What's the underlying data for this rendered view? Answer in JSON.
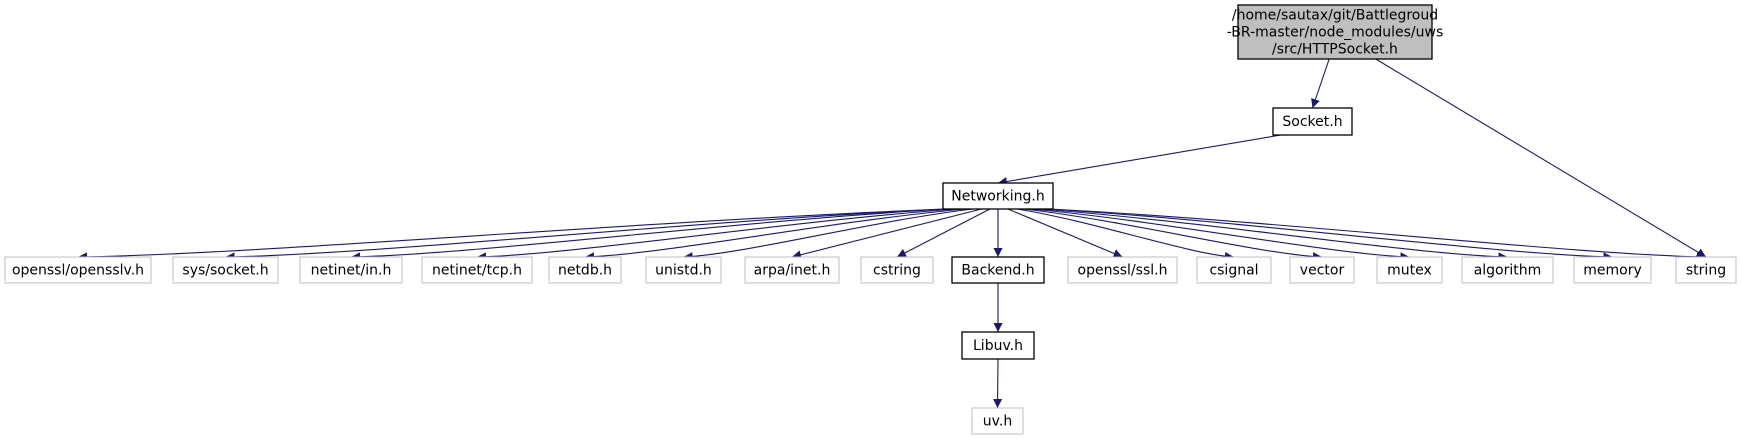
{
  "colors": {
    "edge": "#191970",
    "root_fill": "#bfbfbf",
    "internal_border": "#000000",
    "external_border": "#bfbfbf",
    "text": "#000000"
  },
  "nodes": [
    {
      "id": "root",
      "kind": "root",
      "lines": [
        "/home/sautax/git/Battlegroud",
        "-BR-master/node_modules/uws",
        "/src/HTTPSocket.h"
      ]
    },
    {
      "id": "socket",
      "kind": "internal",
      "lines": [
        "Socket.h"
      ]
    },
    {
      "id": "networking",
      "kind": "internal",
      "lines": [
        "Networking.h"
      ]
    },
    {
      "id": "opensslv",
      "kind": "external",
      "lines": [
        "openssl/opensslv.h"
      ]
    },
    {
      "id": "syssocket",
      "kind": "external",
      "lines": [
        "sys/socket.h"
      ]
    },
    {
      "id": "netinetin",
      "kind": "external",
      "lines": [
        "netinet/in.h"
      ]
    },
    {
      "id": "netinettcp",
      "kind": "external",
      "lines": [
        "netinet/tcp.h"
      ]
    },
    {
      "id": "netdb",
      "kind": "external",
      "lines": [
        "netdb.h"
      ]
    },
    {
      "id": "unistd",
      "kind": "external",
      "lines": [
        "unistd.h"
      ]
    },
    {
      "id": "arpainet",
      "kind": "external",
      "lines": [
        "arpa/inet.h"
      ]
    },
    {
      "id": "cstring",
      "kind": "external",
      "lines": [
        "cstring"
      ]
    },
    {
      "id": "backend",
      "kind": "internal",
      "lines": [
        "Backend.h"
      ]
    },
    {
      "id": "opensslssl",
      "kind": "external",
      "lines": [
        "openssl/ssl.h"
      ]
    },
    {
      "id": "csignal",
      "kind": "external",
      "lines": [
        "csignal"
      ]
    },
    {
      "id": "vector",
      "kind": "external",
      "lines": [
        "vector"
      ]
    },
    {
      "id": "mutex",
      "kind": "external",
      "lines": [
        "mutex"
      ]
    },
    {
      "id": "algorithm",
      "kind": "external",
      "lines": [
        "algorithm"
      ]
    },
    {
      "id": "memory",
      "kind": "external",
      "lines": [
        "memory"
      ]
    },
    {
      "id": "string",
      "kind": "external",
      "lines": [
        "string"
      ]
    },
    {
      "id": "libuv",
      "kind": "internal",
      "lines": [
        "Libuv.h"
      ]
    },
    {
      "id": "uvh",
      "kind": "external",
      "lines": [
        "uv.h"
      ]
    }
  ],
  "edges": [
    [
      "root",
      "socket"
    ],
    [
      "root",
      "string"
    ],
    [
      "socket",
      "networking"
    ],
    [
      "networking",
      "opensslv"
    ],
    [
      "networking",
      "syssocket"
    ],
    [
      "networking",
      "netinetin"
    ],
    [
      "networking",
      "netinettcp"
    ],
    [
      "networking",
      "netdb"
    ],
    [
      "networking",
      "unistd"
    ],
    [
      "networking",
      "arpainet"
    ],
    [
      "networking",
      "cstring"
    ],
    [
      "networking",
      "backend"
    ],
    [
      "networking",
      "opensslssl"
    ],
    [
      "networking",
      "csignal"
    ],
    [
      "networking",
      "vector"
    ],
    [
      "networking",
      "mutex"
    ],
    [
      "networking",
      "algorithm"
    ],
    [
      "networking",
      "memory"
    ],
    [
      "networking",
      "string"
    ],
    [
      "backend",
      "libuv"
    ],
    [
      "libuv",
      "uvh"
    ]
  ]
}
